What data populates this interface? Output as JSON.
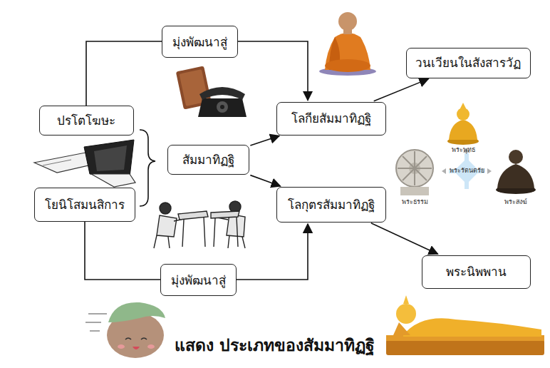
{
  "diagram": {
    "caption": "แสดง ประเภทของสัมมาทิฏฐิ",
    "nodes": [
      {
        "text": [
          "ปรโตโฆษะ"
        ]
      },
      {
        "text": [
          "โยนิโสมนสิการ"
        ]
      },
      {
        "text": [
          "สัมมาทิฏฐิ"
        ]
      },
      {
        "text": [
          "โลกียสัมมาทิฏฐิ"
        ]
      },
      {
        "text": [
          "โลกุตรสัมมาทิฏฐิ"
        ]
      },
      {
        "text": [
          "วนเวียนในสังสารวัฏ"
        ]
      },
      {
        "text": [
          "พระนิพพาน"
        ]
      }
    ],
    "edges": [
      {
        "from": 0,
        "to": 3,
        "label": "มุ่งพัฒนาสู่",
        "arrow": "to"
      },
      {
        "from": 1,
        "to": 4,
        "label": "มุ่งพัฒนาสู่",
        "arrow": "to"
      },
      {
        "from": 2,
        "to": 3,
        "arrow": "to"
      },
      {
        "from": 2,
        "to": 4,
        "arrow": "to"
      },
      {
        "from": 3,
        "to": 5,
        "arrow": "to"
      },
      {
        "from": 4,
        "to": 6,
        "arrow": "to"
      }
    ],
    "labels": [
      "พระพุทธ",
      "พระรัตนตรัย",
      "พระธรรม",
      "พระสงฆ์"
    ]
  }
}
